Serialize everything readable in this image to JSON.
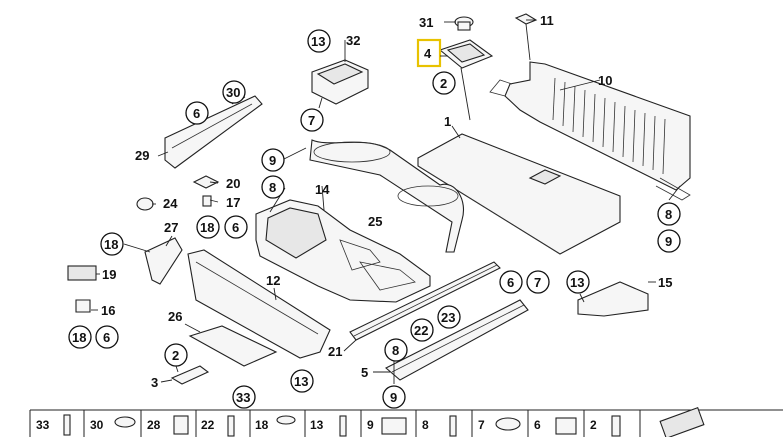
{
  "callouts": {
    "c31": "31",
    "c11": "11",
    "c13a": "13",
    "c32": "32",
    "c4": "4",
    "c2a": "2",
    "c10": "10",
    "c30": "30",
    "c6a": "6",
    "c7a": "7",
    "c1": "1",
    "c29": "29",
    "c9a": "9",
    "c8a": "8",
    "c20": "20",
    "c24": "24",
    "c17": "17",
    "c18a": "18",
    "c6b": "6",
    "c14": "14",
    "c25": "25",
    "c27": "27",
    "c18b": "18",
    "c19": "19",
    "c12": "12",
    "c8b": "8",
    "c9b": "9",
    "c6c": "6",
    "c7b": "7",
    "c13b": "13",
    "c15": "15",
    "c16": "16",
    "c18c": "18",
    "c6d": "6",
    "c26": "26",
    "c23": "23",
    "c22": "22",
    "c21": "21",
    "c8c": "8",
    "c2b": "2",
    "c3": "3",
    "c13c": "13",
    "c5": "5",
    "c9c": "9",
    "c33": "33"
  },
  "highlight_color": "#e8c200",
  "legend_strip": [
    "33",
    "30",
    "28",
    "22",
    "18",
    "13",
    "9",
    "8",
    "7",
    "6",
    "2"
  ]
}
